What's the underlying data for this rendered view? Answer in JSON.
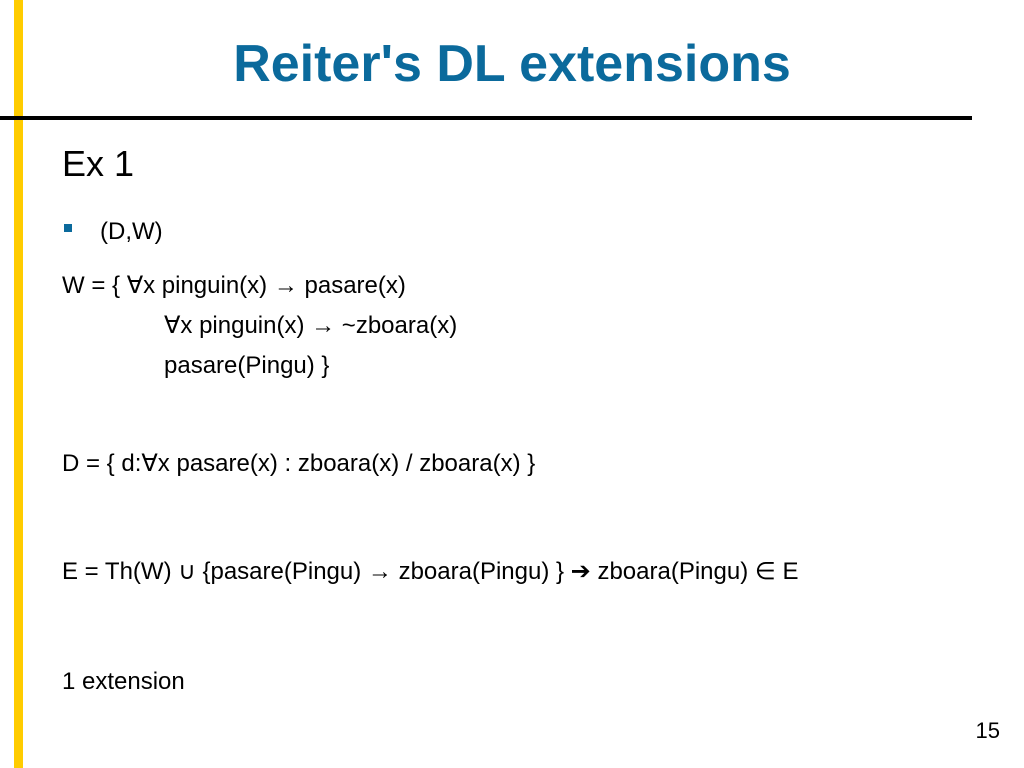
{
  "slide": {
    "title": "Reiter's DL extensions",
    "subtitle": "Ex 1",
    "bullet": "(D,W)",
    "w_line1": "W =  {    ∀x pinguin(x) → pasare(x)",
    "w_line2": "∀x pinguin(x) → ~zboara(x)",
    "w_line3": "pasare(Pingu)  }",
    "d_line": "D =  { d:∀x pasare(x)  : zboara(x) / zboara(x) }",
    "e_line": "E = Th(W) ∪ {pasare(Pingu) → zboara(Pingu) }   ➔ zboara(Pingu) ∈ E",
    "extension_line": "1 extension",
    "page_number": "15"
  },
  "colors": {
    "title": "#0b6a9c",
    "accent_bar": "#ffcc00",
    "bullet": "#0b6a9c"
  }
}
